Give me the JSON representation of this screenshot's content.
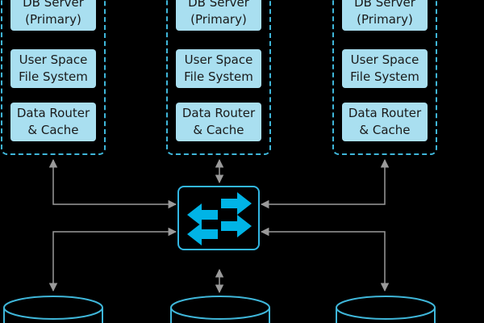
{
  "colors": {
    "background": "#000000",
    "box_fill": "#a9dff0",
    "box_text": "#1a1a1a",
    "dashed_border": "#3fb6d9",
    "switch_accent": "#00b4e6",
    "connector": "#9a9a9a"
  },
  "nodes": [
    {
      "db_server": "DB Server\n(Primary)",
      "file_system": "User Space\nFile System",
      "router": "Data Router\n& Cache"
    },
    {
      "db_server": "DB Server\n(Primary)",
      "file_system": "User Space\nFile System",
      "router": "Data Router\n& Cache"
    },
    {
      "db_server": "DB Server\n(Primary)",
      "file_system": "User Space\nFile System",
      "router": "Data Router\n& Cache"
    }
  ],
  "switch": {
    "icon": "network-switch-icon"
  },
  "storage": {
    "icon": "database-cylinder-icon",
    "count": 3
  }
}
